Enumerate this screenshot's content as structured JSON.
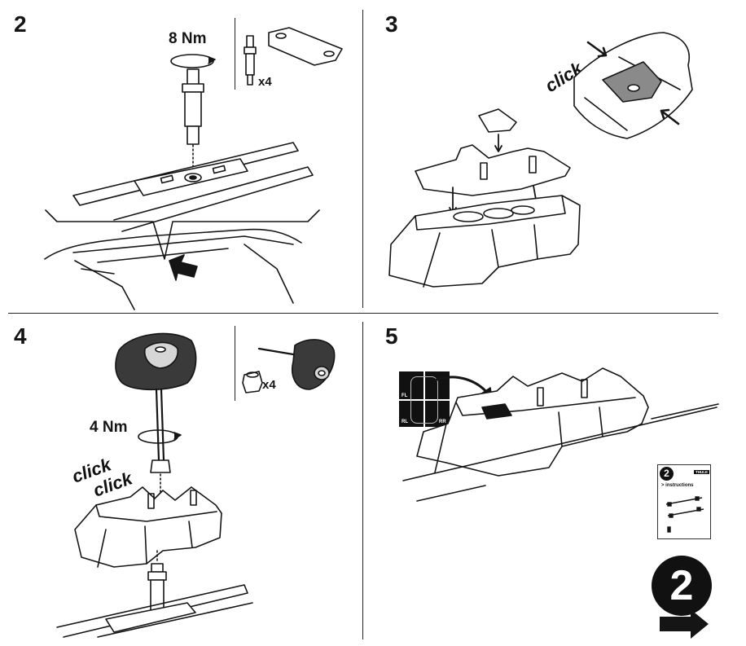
{
  "steps": {
    "s2": {
      "number": "2",
      "torque": "8 Nm",
      "qty": "x4"
    },
    "s3": {
      "number": "3",
      "click": "click"
    },
    "s4": {
      "number": "4",
      "torque": "4 Nm",
      "qty": "x4",
      "click1": "click",
      "click2": "click"
    },
    "s5": {
      "number": "5",
      "map": {
        "fl": "FL",
        "rl": "RL",
        "rr": "RR"
      }
    }
  },
  "next": {
    "booklet": {
      "number": "2",
      "brand": "THULE",
      "title": "> instructions"
    },
    "circle_number": "2"
  },
  "colors": {
    "ink": "#151515",
    "paper": "#ffffff",
    "grey_part": "#8a8a8a"
  }
}
